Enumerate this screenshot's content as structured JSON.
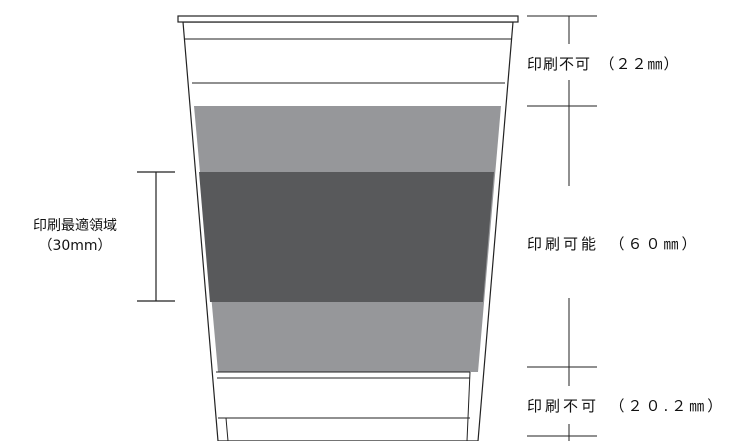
{
  "colors": {
    "background": "#ffffff",
    "line": "#222222",
    "printable_band": "#96979a",
    "optimal_band": "#58595b",
    "cup_fill": "#ffffff"
  },
  "labels": {
    "top": "印刷不可　（２２㎜）",
    "middle": "印刷可能　（６０㎜）",
    "bottom": "印刷不可　（２０.２㎜）",
    "optimal_line1": "印刷最適領域",
    "optimal_line2": "（30mm）"
  }
}
